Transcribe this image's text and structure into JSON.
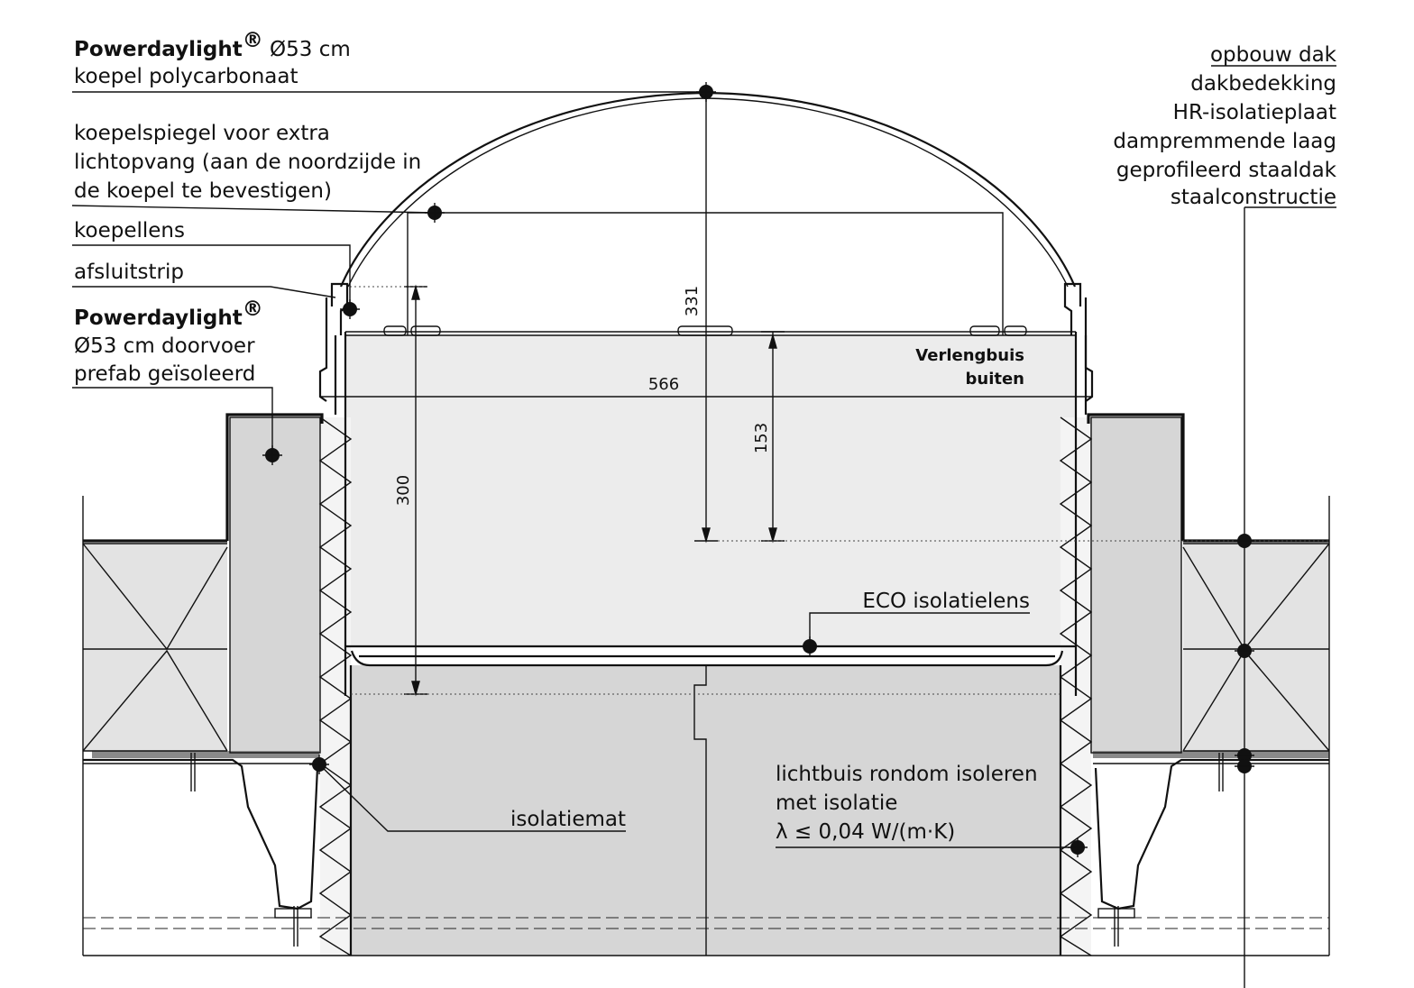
{
  "labels": {
    "dome_brand": "Powerdaylight",
    "dome_reg": "®",
    "dome_size": " Ø53 cm",
    "dome_material": "koepel polycarbonaat",
    "mirror_line1": "koepelspiegel voor extra",
    "mirror_line2": "lichtopvang (aan de noordzijde in",
    "mirror_line3": "de koepel te bevestigen)",
    "dome_lens": "koepellens",
    "sealing_strip": "afsluitstrip",
    "pass_brand": "Powerdaylight",
    "pass_reg": "®",
    "pass_line2": "Ø53 cm doorvoer",
    "pass_line3": "prefab geïsoleerd",
    "roof_build_up": "opbouw dak",
    "roof_covering": "dakbedekking",
    "hr_insulation": "HR-isolatieplaat",
    "vapour_barrier": "dampremmende laag",
    "profiled_steel": "geprofileerd staaldak",
    "steel_structure": "staalconstructie",
    "extension_line1": "Verlengbuis",
    "extension_line2": "buiten",
    "eco_lens": "ECO isolatielens",
    "insulation_mat": "isolatiemat",
    "tube_insulate_line1": "lichtbuis rondom isoleren",
    "tube_insulate_line2": "met isolatie",
    "tube_insulate_line3": "λ ≤ 0,04 W/(m·K)"
  },
  "dimensions": {
    "dome_height": "331",
    "outer_width": "566",
    "extension_height": "153",
    "lens_depth": "300"
  },
  "colors": {
    "line": "#111111",
    "tube_fill": "#ececec",
    "upstand_fill": "#d6d6d6",
    "insulation_fill": "#e3e3e3",
    "membrane_fill": "#8a8a8a",
    "background": "#ffffff"
  }
}
